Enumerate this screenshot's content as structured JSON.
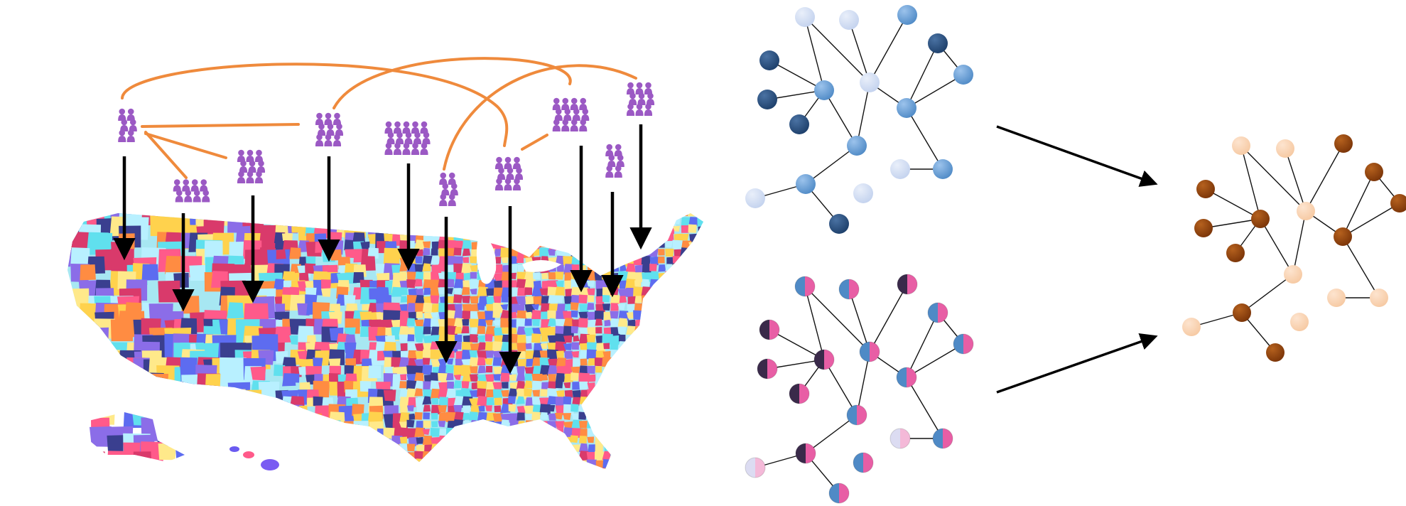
{
  "colors": {
    "background": "#ffffff",
    "arrow": "#000000",
    "social_tie": "#ef8a3c",
    "person": "#9b59c4",
    "edge": "#111111",
    "map_palette": [
      "#ff5a8a",
      "#5d6cf0",
      "#60e0ee",
      "#ffd24d",
      "#ffe98a",
      "#8b6de8",
      "#d93a6b",
      "#3a3f8f",
      "#ff8c42",
      "#b8f0ff"
    ],
    "blue_scale": {
      "light": "#c3d2ee",
      "mid": "#4f8ac6",
      "dark": "#1d3f6a"
    },
    "pink_scale": {
      "pink": "#e85ea5",
      "dark": "#3a2a4a",
      "light": "#dcdcf2"
    },
    "brown_scale": {
      "light": "#f6c9a2",
      "dark": "#7a3408"
    }
  },
  "icons": {
    "map": "us-county-map-icon",
    "people": "people-group-icon",
    "arrow": "arrow-down-icon"
  },
  "panels": {
    "left": "geography-to-social-network",
    "right_top": "blue-network",
    "right_bottom": "pink-network",
    "right_result": "combined-brown-network"
  }
}
